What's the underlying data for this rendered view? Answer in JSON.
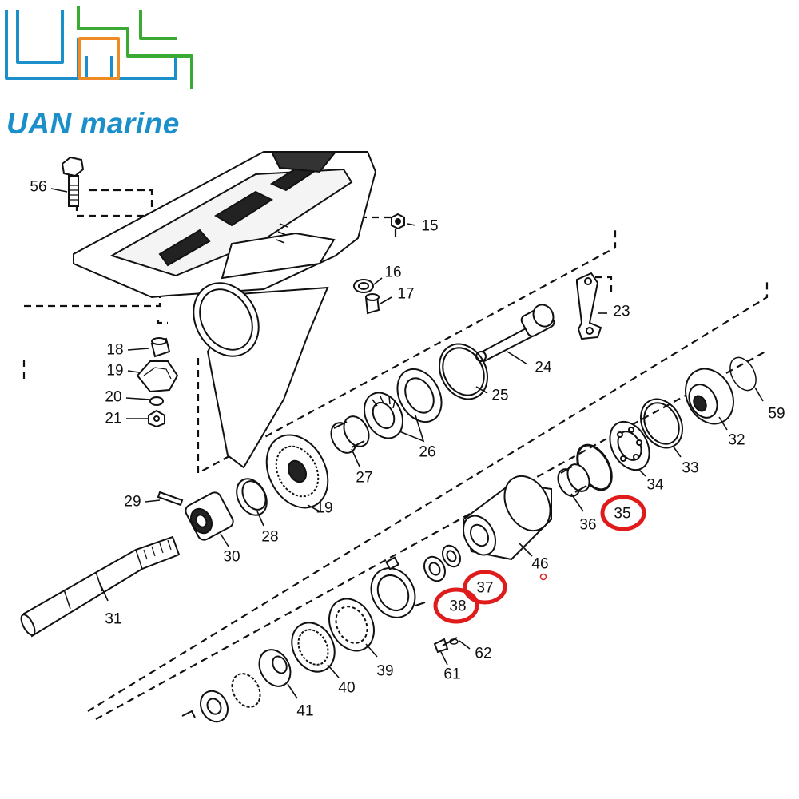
{
  "logo": {
    "word_uan": "UAN",
    "word_marine": "marine",
    "colors": {
      "blue": "#1b8fc9",
      "orange": "#f08a24",
      "green": "#3aaa35"
    }
  },
  "diagram": {
    "part_labels": [
      "56",
      "15",
      "16",
      "17",
      "23",
      "18",
      "19",
      "20",
      "21",
      "24",
      "25",
      "26",
      "59",
      "32",
      "33",
      "34",
      "27",
      "29",
      "28",
      "30",
      "36",
      "46",
      "31",
      "62",
      "61",
      "39",
      "40",
      "41",
      "35",
      "37",
      "38"
    ],
    "highlighted_parts": [
      "35",
      "37",
      "38"
    ],
    "highlight_color": "#e01b1b",
    "line_color": "#111111"
  }
}
